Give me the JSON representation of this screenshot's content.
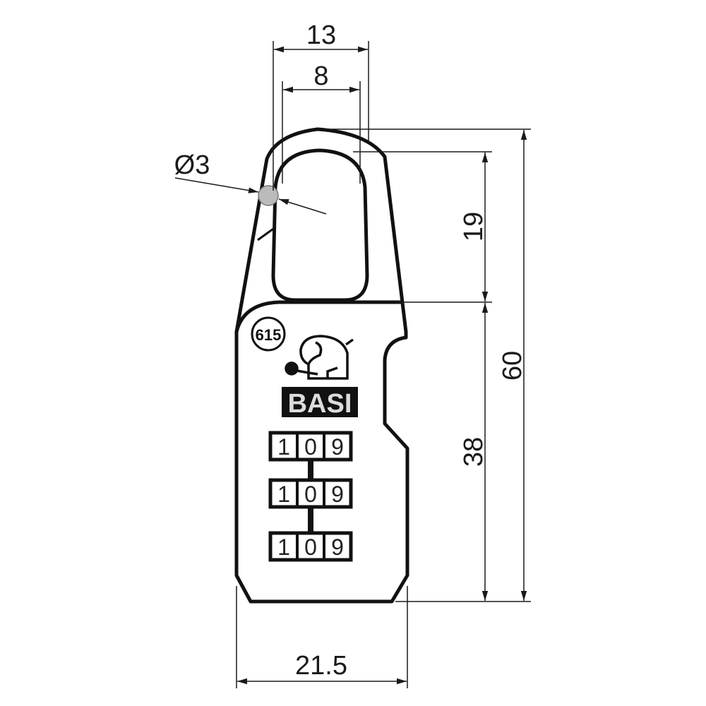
{
  "drawing": {
    "title": "Combination padlock dimension drawing",
    "brand": "BASI",
    "model_badge": "615",
    "dials": [
      [
        "1",
        "0",
        "9"
      ],
      [
        "1",
        "0",
        "9"
      ],
      [
        "1",
        "0",
        "9"
      ]
    ],
    "body_color": "#dcdcdc",
    "dimensions": {
      "shackle_outer_width": "13",
      "shackle_inner_width": "8",
      "shackle_diameter": "Ø3",
      "shackle_clearance": "19",
      "total_height": "60",
      "body_height": "38",
      "body_width": "21.5"
    }
  }
}
